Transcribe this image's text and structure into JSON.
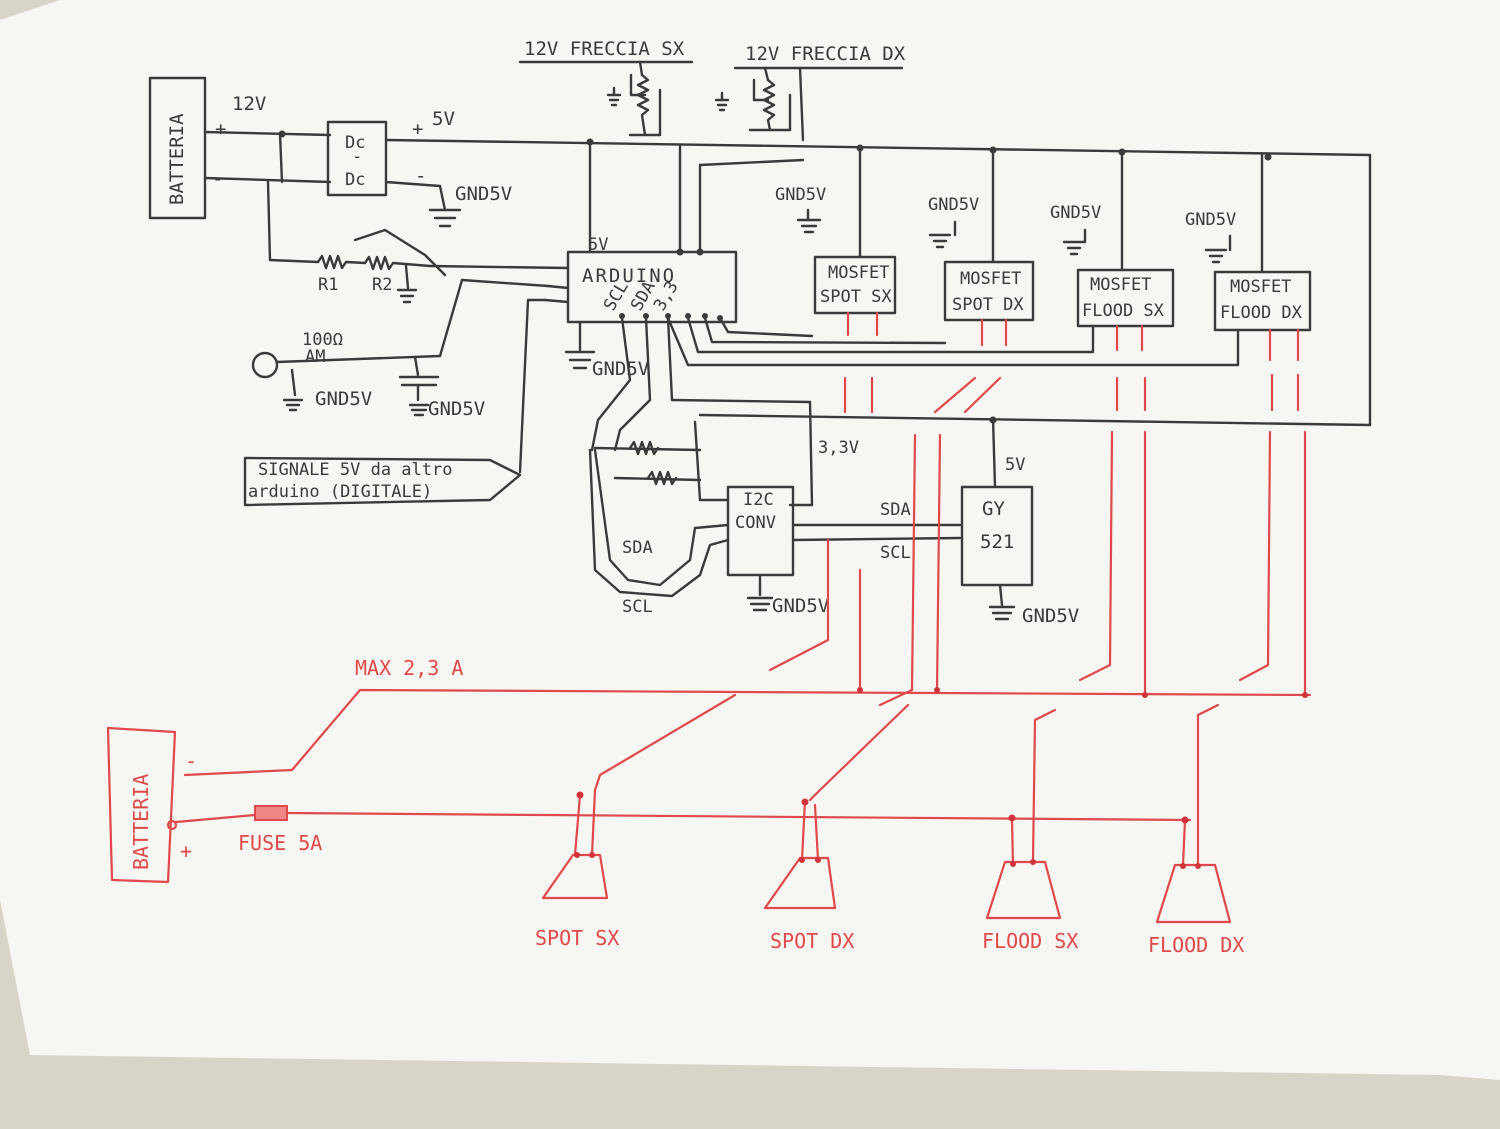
{
  "labels": {
    "freccia_sx": "12V FRECCIA SX",
    "freccia_dx": "12V FRECCIA DX",
    "batteria_top": "BATTERIA",
    "v12": "12V",
    "plus": "+",
    "minus": "-",
    "dcdc_top": "Dc",
    "dcdc_mid": "-",
    "dcdc_bot": "Dc",
    "v5_out": "5V",
    "gnd5v_dcdc": "GND5V",
    "r1": "R1",
    "r2": "R2",
    "arduino": "ARDUINO",
    "pin_5v": "5V",
    "pin_scl": "SCL",
    "pin_sda": "SDA",
    "pin_33": "3,3",
    "gnd5v_arduino": "GND5V",
    "ohm100": "100Ω",
    "am": "AM",
    "gnd5v_sensor": "GND5V",
    "gnd5v_cap": "GND5V",
    "signale_line1": "SIGNALE 5V da altro",
    "signale_line2": "arduino (DIGITALE)",
    "mosfet_spot_sx_1": "MOSFET",
    "mosfet_spot_sx_2": "SPOT SX",
    "mosfet_spot_dx_1": "MOSFET",
    "mosfet_spot_dx_2": "SPOT DX",
    "mosfet_flood_sx_1": "MOSFET",
    "mosfet_flood_sx_2": "FLOOD SX",
    "mosfet_flood_dx_1": "MOSFET",
    "mosfet_flood_dx_2": "FLOOD DX",
    "gnd5v_m1": "GND5V",
    "gnd5v_m2": "GND5V",
    "gnd5v_m3": "GND5V",
    "gnd5v_m4": "GND5V",
    "v33": "3,3V",
    "i2c_1": "I2C",
    "i2c_2": "CONV",
    "sda_mid": "SDA",
    "scl_mid": "SCL",
    "sda_low": "SDA",
    "scl_low": "SCL",
    "gnd5v_i2c": "GND5V",
    "v5_gy": "5V",
    "gy_1": "GY",
    "gy_2": "521",
    "gnd5v_gy": "GND5V",
    "max": "MAX 2,3 A",
    "batteria_bottom": "BATTERIA",
    "minus_red": "-",
    "plus_red": "+",
    "fuse": "FUSE 5A",
    "spot_sx": "SPOT SX",
    "spot_dx": "SPOT DX",
    "flood_sx": "FLOOD SX",
    "flood_dx": "FLOOD DX"
  }
}
